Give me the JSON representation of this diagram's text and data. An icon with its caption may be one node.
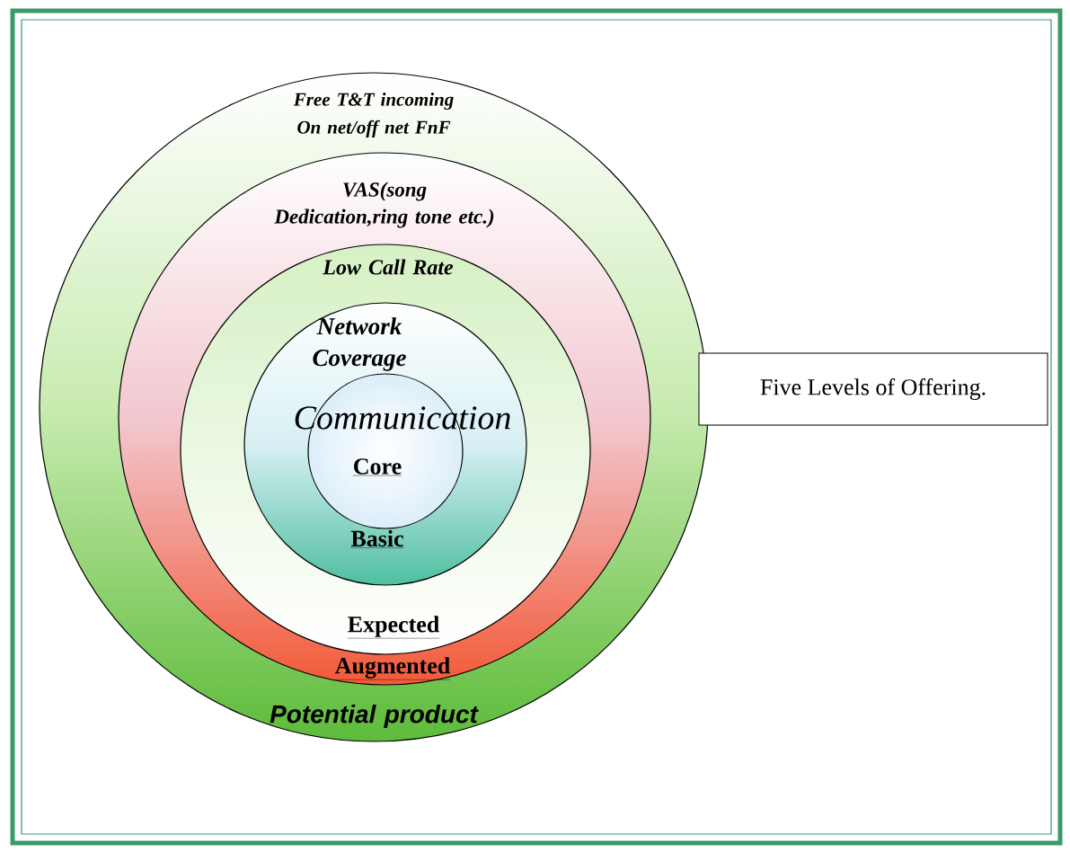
{
  "diagram": {
    "nodes": [
      {
        "text": [
          "Free T&T incoming On net/off net FnF",
          "Potential product"
        ]
      },
      {
        "text": [
          "VAS(song Dedication,ring tone etc.)",
          "Augmented"
        ],
        "in": 0
      },
      {
        "text": [
          "Low Call Rate",
          "Expected"
        ],
        "in": 1
      },
      {
        "text": [
          "Network Coverage",
          "Basic"
        ],
        "in": 2
      },
      {
        "text": [
          "Communication",
          "Core"
        ],
        "in": 3
      },
      {
        "text": [
          "Five Levels of Offering."
        ]
      }
    ]
  }
}
